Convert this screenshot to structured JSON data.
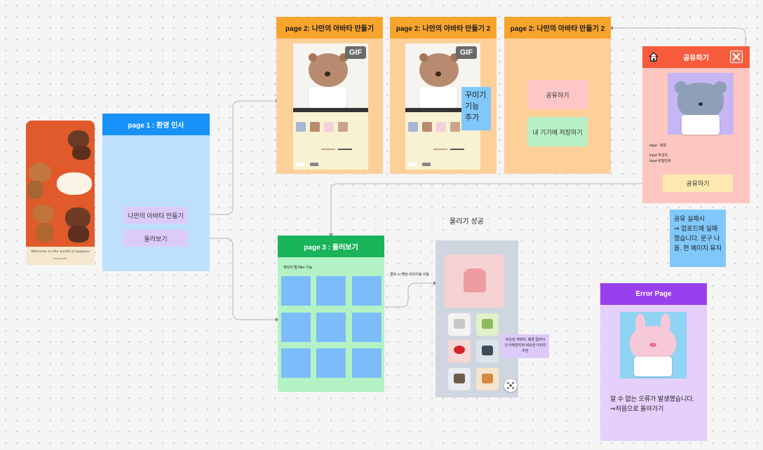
{
  "canvas": {
    "background": "#f5f5f5"
  },
  "splash": {
    "bg_color": "#e05a2c",
    "caption_line1": "Welcome to the world of puppies",
    "caption_line2": "~ one studio ~"
  },
  "page1": {
    "title": "page 1 : 환영 인사",
    "header_color": "#1892f8",
    "body_color": "#bfe0fd",
    "button_make": "나만의 아바타 만들기",
    "button_browse": "둘러보기"
  },
  "page2a": {
    "title": "page 2: 나만의 아바타 만들기",
    "gif": "GIF"
  },
  "page2b": {
    "title": "page 2: 나만의 아바타 만들기 2",
    "gif": "GIF",
    "sticky": "꾸미기\n기능\n추가"
  },
  "page2c": {
    "title": "page 2: 나만의 아바타 만들기 2",
    "share": "공유하기",
    "save": "내 기기에 저장하기"
  },
  "share_page": {
    "title": "공유하기",
    "home_icon": "home-icon",
    "close_icon": "close-icon",
    "input_title": "input : 제목",
    "input_author": "input 작성자,",
    "input_password": "input 비밀번호",
    "button": "공유하기",
    "sticky": "공유 실패시\n⇒ 업로드에 실패했습니다. 문구 나옴. 현 페이지 유지"
  },
  "page3": {
    "title": "page 3 : 둘러보기",
    "header_color": "#19b35a",
    "body_color": "#b3f2c4",
    "filter_text": "캐릭터 별 filter 기능"
  },
  "upload": {
    "title": "올리기 성공",
    "click_note": "클릭 시 해당 이미지로 이동",
    "sticky": "비슷한 캐릭터, 배경 컬러이건 어쩌면지와 비슷한 이미지 추천"
  },
  "error_page": {
    "title": "Error Page",
    "message": "알 수 없는 오류가 발생했습니다.",
    "back": "⇒처음으로 돌아가기"
  }
}
